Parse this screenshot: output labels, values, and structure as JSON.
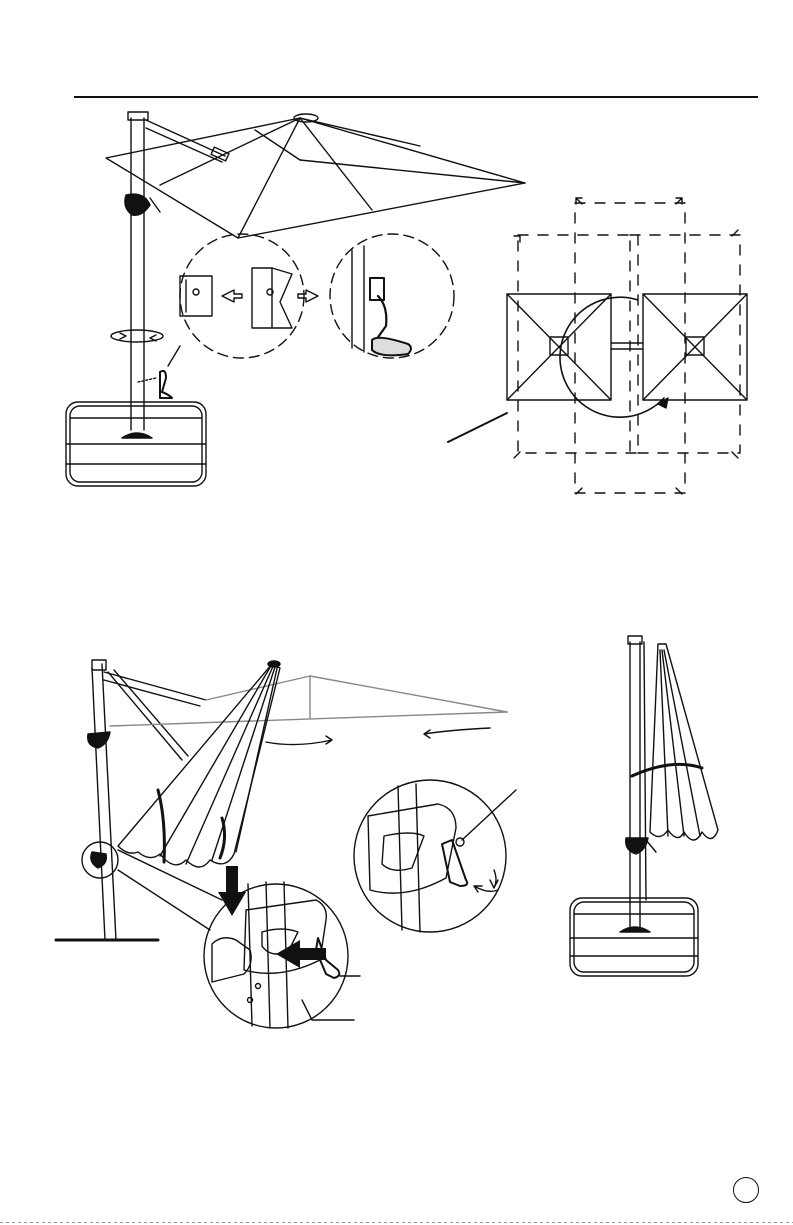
{
  "page": {
    "number": ""
  },
  "colors": {
    "line": "#111111",
    "paper": "#ffffff"
  },
  "figures": [
    {
      "name": "umbrella-rotation-figure",
      "icons": [
        "umbrella-icon",
        "base-icon",
        "crank-handle-icon",
        "lock-pin-icon"
      ]
    },
    {
      "name": "rotation-positions-diagram",
      "icons": [
        "canopy-topview-icon",
        "rotation-arrow-icon"
      ]
    },
    {
      "name": "tilt-canopy-figure",
      "icons": [
        "umbrella-tilt-icon",
        "hand-press-icon",
        "push-arrow-icon",
        "crank-icon"
      ]
    },
    {
      "name": "closed-umbrella-figure",
      "icons": [
        "closed-umbrella-icon",
        "base-icon"
      ]
    }
  ]
}
